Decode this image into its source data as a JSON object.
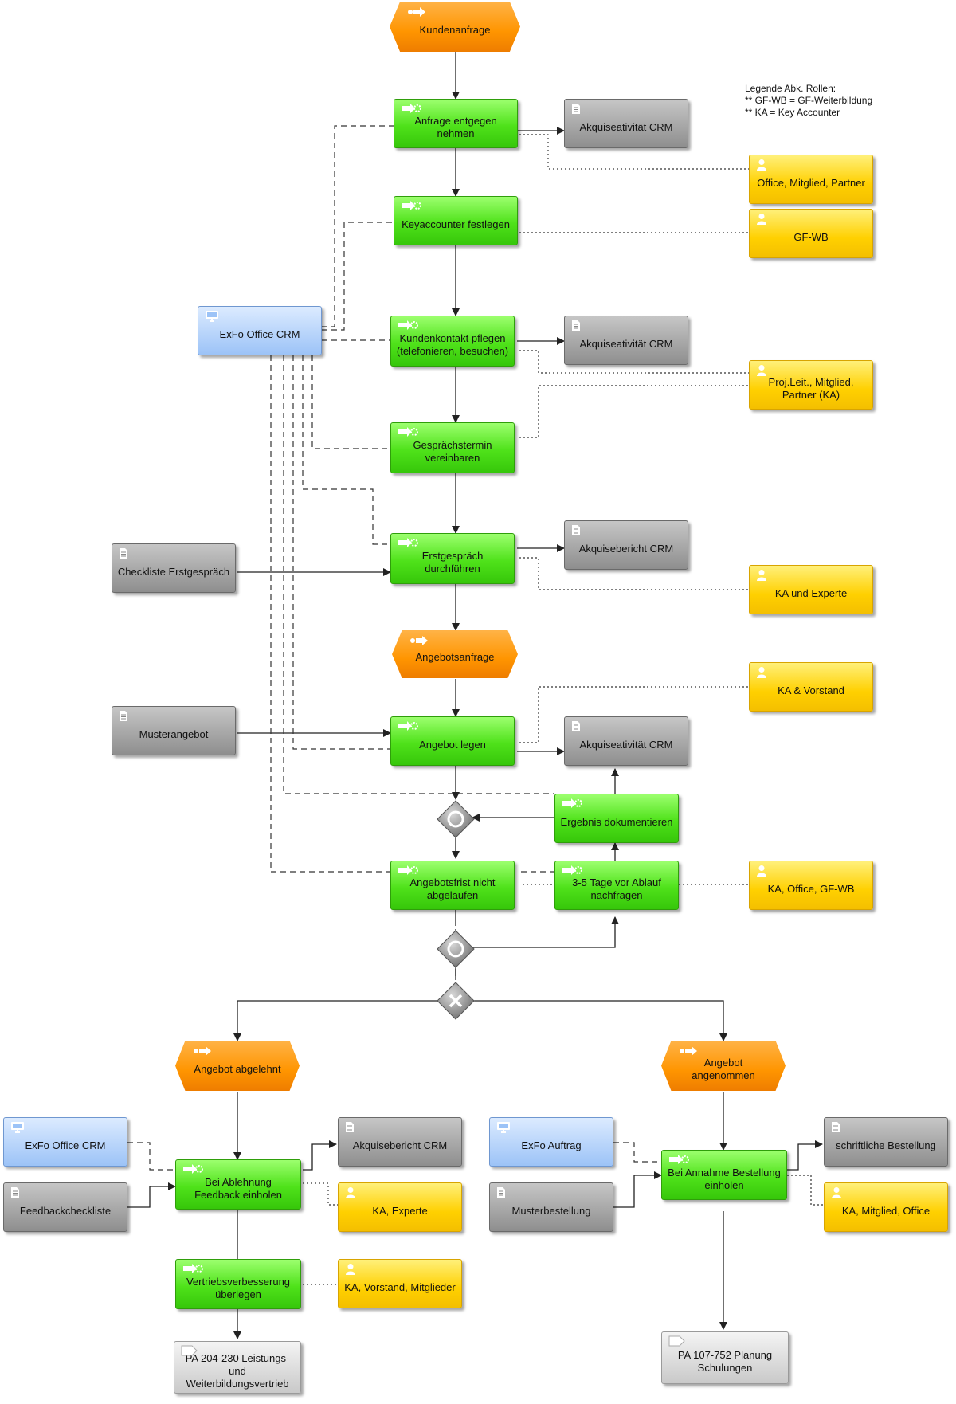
{
  "legend": {
    "title": "Legende Abk. Rollen:",
    "line1": "** GF-WB = GF-Weiterbildung",
    "line2": "** KA = Key Accounter"
  },
  "events": {
    "kundenanfrage": "Kundenanfrage",
    "angebotsanfrage": "Angebotsanfrage",
    "angebot_abgelehnt": "Angebot abgelehnt",
    "angebot_angenommen": "Angebot angenommen"
  },
  "functions": {
    "anfrage": "Anfrage entgegen nehmen",
    "keyaccounter": "Keyaccounter festlegen",
    "kundenkontakt": "Kundenkontakt pflegen (telefonieren, besuchen)",
    "gespraechstermin": "Gesprächstermin vereinbaren",
    "erstgespraech": "Erstgespräch durchführen",
    "angebot_legen": "Angebot legen",
    "ergebnis": "Ergebnis dokumentieren",
    "angebotsfrist": "Angebotsfrist nicht abgelaufen",
    "nachfragen": "3-5 Tage vor Ablauf nachfragen",
    "feedback": "Bei Ablehnung Feedback einholen",
    "vertrieb": "Vertriebsverbesserung überlegen",
    "bestellung": "Bei Annahme Bestellung einholen"
  },
  "documents": {
    "akquise1": "Akquiseativität CRM",
    "akquise2": "Akquiseativität CRM",
    "akquisebericht1": "Akquisebericht CRM",
    "akquise3": "Akquiseativität CRM",
    "checkliste": "Checkliste Erstgespräch",
    "musterangebot": "Musterangebot",
    "akquisebericht2": "Akquisebericht CRM",
    "feedbackcheckliste": "Feedbackcheckliste",
    "schriftlich": "schriftliche Bestellung",
    "musterbestellung": "Musterbestellung"
  },
  "systems": {
    "crm_main": "ExFo Office CRM",
    "crm_left": "ExFo Office CRM",
    "auftrag": "ExFo Auftrag"
  },
  "roles": {
    "r1": "Office, Mitglied, Partner",
    "r2": "GF-WB",
    "r3": "Proj.Leit., Mitglied, Partner (KA)",
    "r4": "KA und Experte",
    "r5": "KA & Vorstand",
    "r6": "KA, Office, GF-WB",
    "r7": "KA, Experte",
    "r8": "KA, Vorstand, Mitglieder",
    "r9": "KA, Mitglied, Office"
  },
  "interfaces": {
    "pa204": "PA 204-230 Leistungs- und Weiterbildungsvertrieb",
    "pa107": "PA 107-752 Planung Schulungen"
  },
  "colors": {
    "function": "#4fe21a",
    "event": "#ff9500",
    "document": "#9a9a9a",
    "system": "#9cc3f7",
    "role": "#ffd000",
    "gateway": "#8a8a8a"
  }
}
